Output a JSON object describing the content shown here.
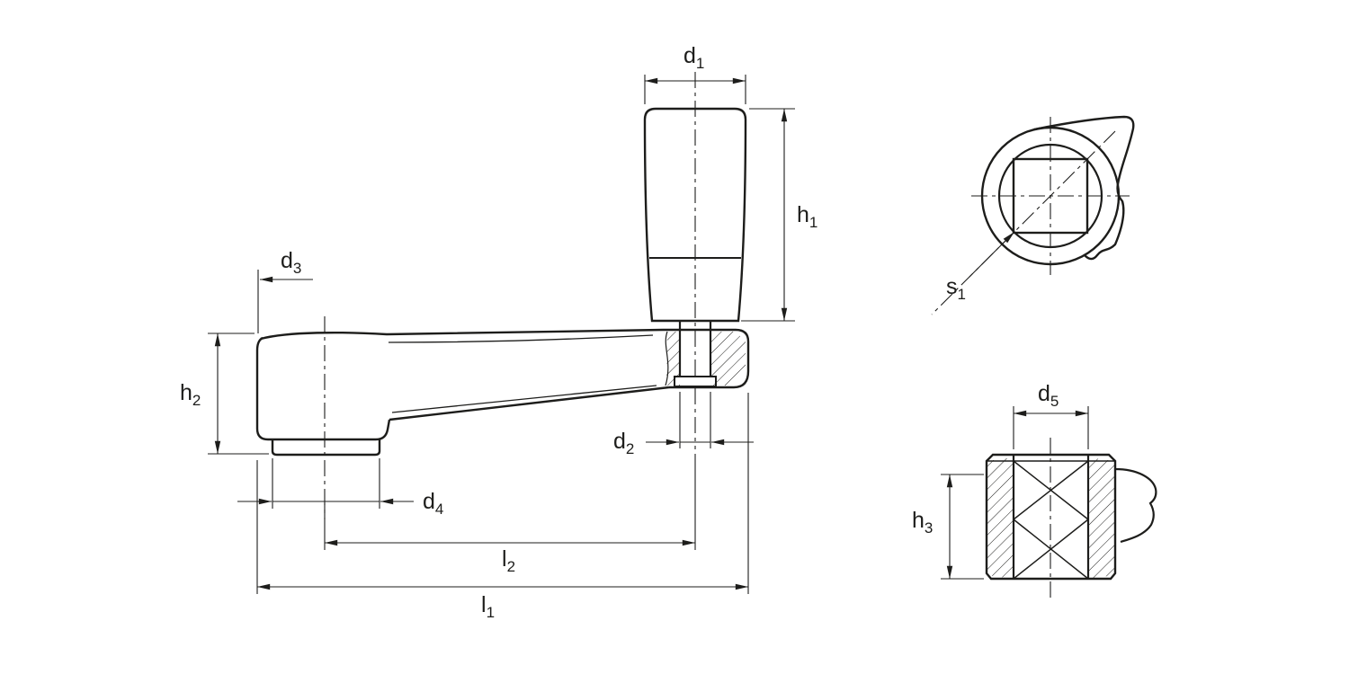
{
  "drawing": {
    "type": "engineering-dimension-drawing",
    "subject": "crank-handle-with-revolving-grip",
    "colors": {
      "line": "#1d1d1b",
      "background": "#ffffff"
    },
    "views": {
      "side_view_dimensions": [
        "d1",
        "h1",
        "d3",
        "h2",
        "d2",
        "d4",
        "l2",
        "l1"
      ],
      "square_socket_end_view_dimensions": [
        "s1"
      ],
      "hub_section_view_dimensions": [
        "d5",
        "h3"
      ]
    }
  },
  "labels": {
    "d1": {
      "base": "d",
      "sub": "1"
    },
    "h1": {
      "base": "h",
      "sub": "1"
    },
    "d3": {
      "base": "d",
      "sub": "3"
    },
    "h2": {
      "base": "h",
      "sub": "2"
    },
    "d2": {
      "base": "d",
      "sub": "2"
    },
    "d4": {
      "base": "d",
      "sub": "4"
    },
    "l2": {
      "base": "l",
      "sub": "2"
    },
    "l1": {
      "base": "l",
      "sub": "1"
    },
    "s1": {
      "base": "s",
      "sub": "1"
    },
    "d5": {
      "base": "d",
      "sub": "5"
    },
    "h3": {
      "base": "h",
      "sub": "3"
    }
  }
}
